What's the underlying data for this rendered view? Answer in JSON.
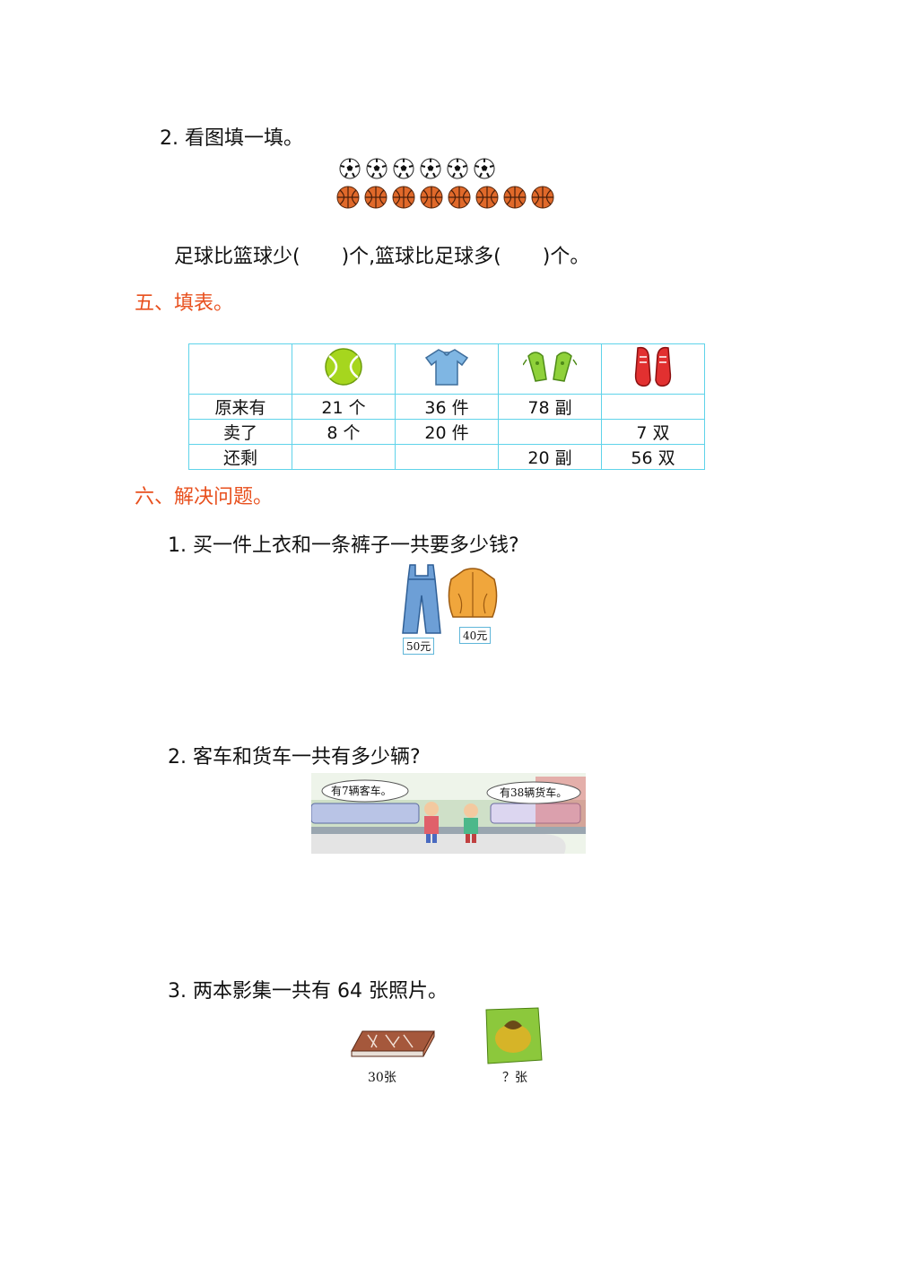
{
  "section_q2": {
    "title": "2. 看图填一填。",
    "sentence_part1": "足球比篮球少(",
    "sentence_part2": ")个,篮球比足球多(",
    "sentence_part3": ")个。",
    "soccer_count": 6,
    "basketball_count": 8
  },
  "section5": {
    "title": "五、填表。",
    "table": {
      "columns": [
        "tennis-ball-icon",
        "tshirt-icon",
        "gloves-icon",
        "shoes-icon"
      ],
      "rows": [
        {
          "label": "原来有",
          "cells": [
            "21 个",
            "36 件",
            "78 副",
            ""
          ]
        },
        {
          "label": "卖了",
          "cells": [
            "8 个",
            "20 件",
            "",
            "7 双"
          ]
        },
        {
          "label": "还剩",
          "cells": [
            "",
            "",
            "20 副",
            "56 双"
          ]
        }
      ]
    }
  },
  "section6": {
    "title": "六、解决问题。",
    "problems": [
      {
        "text": "1. 买一件上衣和一条裤子一共要多少钱?",
        "price_pants": "50元",
        "price_jacket": "40元"
      },
      {
        "text": "2.  客车和货车一共有多少辆?",
        "bubble_left": "有7辆客车。",
        "bubble_right": "有38辆货车。"
      },
      {
        "text": "3. 两本影集一共有 64 张照片。",
        "album1_label": "30张",
        "album2_label": "？张"
      }
    ]
  },
  "colors": {
    "heading": "#e8501e",
    "table_border": "#5fd3ea"
  }
}
